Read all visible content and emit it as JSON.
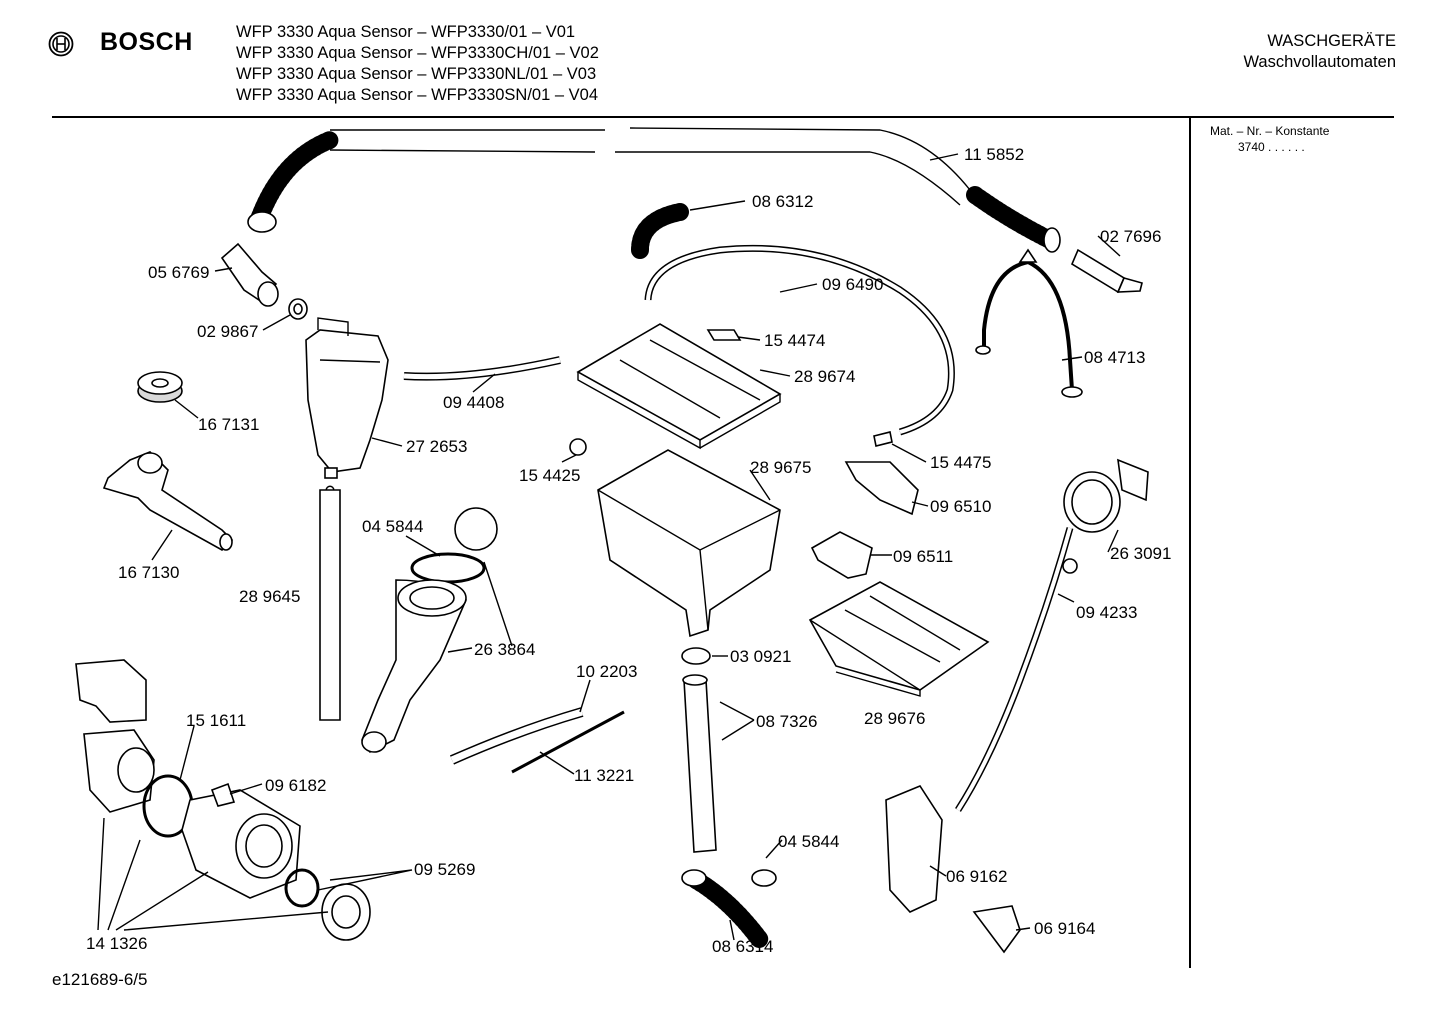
{
  "header": {
    "brand": "BOSCH",
    "models": [
      "WFP 3330 Aqua Sensor – WFP3330/01 – V01",
      "WFP 3330 Aqua Sensor – WFP3330CH/01 – V02",
      "WFP 3330 Aqua Sensor – WFP3330NL/01 – V03",
      "WFP 3330 Aqua Sensor – WFP3330SN/01 – V04"
    ],
    "category": "WASCHGERÄTE",
    "subcategory": "Waschvollautomaten"
  },
  "sidebar": {
    "heading": "Mat. – Nr. – Konstante",
    "value": "3740  .  .  .  .  .  ."
  },
  "parts": [
    {
      "id": "115852",
      "label": "11 5852"
    },
    {
      "id": "086312",
      "label": "08 6312"
    },
    {
      "id": "027696",
      "label": "02 7696"
    },
    {
      "id": "056769",
      "label": "05 6769"
    },
    {
      "id": "096490",
      "label": "09 6490"
    },
    {
      "id": "029867",
      "label": "02 9867"
    },
    {
      "id": "154474",
      "label": "15 4474"
    },
    {
      "id": "084713",
      "label": "08 4713"
    },
    {
      "id": "289674",
      "label": "28 9674"
    },
    {
      "id": "094408",
      "label": "09 4408"
    },
    {
      "id": "167131",
      "label": "16 7131"
    },
    {
      "id": "272653",
      "label": "27 2653"
    },
    {
      "id": "154475",
      "label": "15 4475"
    },
    {
      "id": "154425",
      "label": "15 4425"
    },
    {
      "id": "289675",
      "label": "28 9675"
    },
    {
      "id": "096510",
      "label": "09 6510"
    },
    {
      "id": "045844a",
      "label": "04 5844"
    },
    {
      "id": "167130",
      "label": "16 7130"
    },
    {
      "id": "096511",
      "label": "09 6511"
    },
    {
      "id": "263091",
      "label": "26 3091"
    },
    {
      "id": "289645",
      "label": "28 9645"
    },
    {
      "id": "094233",
      "label": "09 4233"
    },
    {
      "id": "263864",
      "label": "26 3864"
    },
    {
      "id": "030921",
      "label": "03 0921"
    },
    {
      "id": "102203",
      "label": "10 2203"
    },
    {
      "id": "151611",
      "label": "15 1611"
    },
    {
      "id": "087326",
      "label": "08 7326"
    },
    {
      "id": "289676",
      "label": "28 9676"
    },
    {
      "id": "113221",
      "label": "11 3221"
    },
    {
      "id": "096182",
      "label": "09 6182"
    },
    {
      "id": "045844b",
      "label": "04 5844"
    },
    {
      "id": "095269",
      "label": "09 5269"
    },
    {
      "id": "069162",
      "label": "06 9162"
    },
    {
      "id": "141326",
      "label": "14 1326"
    },
    {
      "id": "086314",
      "label": "08 6314"
    },
    {
      "id": "069164",
      "label": "06 9164"
    }
  ],
  "footer": {
    "code": "e121689-6/5"
  }
}
